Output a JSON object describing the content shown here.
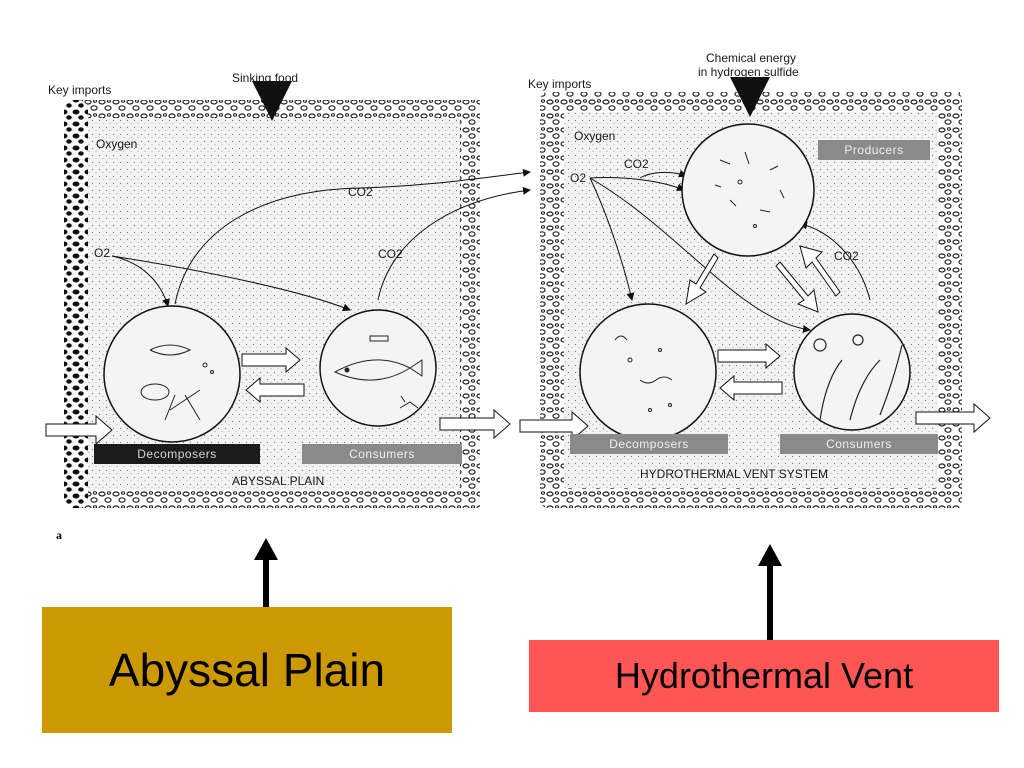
{
  "panel_a": {
    "key_imports": "Key imports",
    "sinking_food": "Sinking food",
    "oxygen": "Oxygen",
    "o2": "O2",
    "co2_top": "CO2",
    "co2_right": "CO2",
    "decomposers": "Decomposers",
    "consumers": "Consumers",
    "system_name": "ABYSSAL PLAIN",
    "figure_letter": "a"
  },
  "panel_b": {
    "key_imports": "Key imports",
    "chemical_energy_line1": "Chemical energy",
    "chemical_energy_line2": "in hydrogen sulfide",
    "oxygen": "Oxygen",
    "co2_top": "CO2",
    "o2": "O2",
    "co2_right": "CO2",
    "producers": "Producers",
    "decomposers": "Decomposers",
    "consumers": "Consumers",
    "system_name": "HYDROTHERMAL VENT SYSTEM"
  },
  "captions": {
    "abyssal": "Abyssal Plain",
    "vent": "Hydrothermal Vent"
  },
  "colors": {
    "abyssal_box": "#cc9900",
    "vent_box": "#ff5555"
  }
}
